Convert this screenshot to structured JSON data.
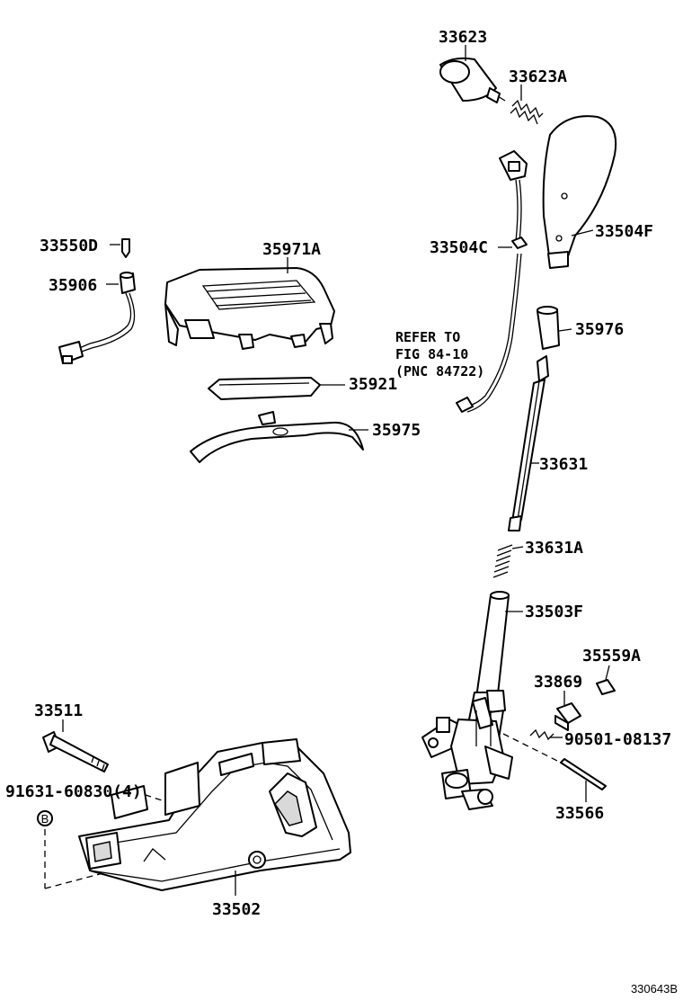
{
  "parts": {
    "p33623": "33623",
    "p33623A": "33623A",
    "p33504F": "33504F",
    "p33504C": "33504C",
    "p33550D": "33550D",
    "p35971A": "35971A",
    "p35906": "35906",
    "p35976": "35976",
    "p35921": "35921",
    "p35975": "35975",
    "p33631": "33631",
    "p33631A": "33631A",
    "p33503F": "33503F",
    "p35559A": "35559A",
    "p33869": "33869",
    "p33511": "33511",
    "p90501": "90501-08137",
    "p91631": "91631-60830(4)",
    "p33566": "33566",
    "p33502": "33502"
  },
  "refer_note": {
    "line1": "REFER TO",
    "line2": "FIG 84-10",
    "line3": "(PNC 84722)"
  },
  "marker_letter": "B",
  "figure_id": "330643B"
}
